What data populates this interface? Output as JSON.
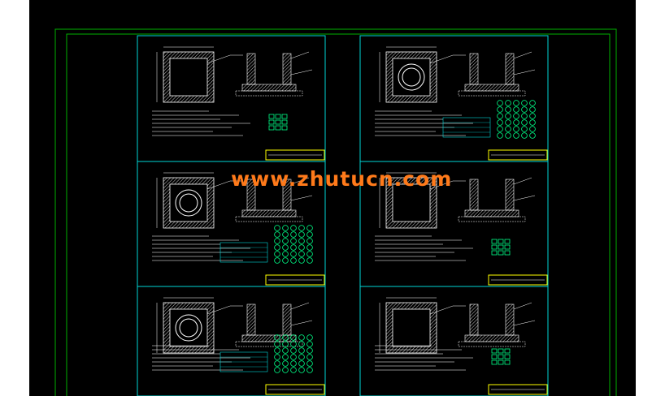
{
  "watermark": {
    "text": "www.zhutucn.com"
  },
  "colors": {
    "outer_border": "#00b000",
    "sheet_border": "#00d6d6",
    "wall_hatch": "#ffffff",
    "dimension": "#ffffff",
    "leader": "#ffffff",
    "accent_block": "#00ff88",
    "title_block": "#ffff00",
    "watermark": "#ff7a1a"
  },
  "sheets": [
    {
      "id": "sheet-1",
      "plan": "square",
      "table": false
    },
    {
      "id": "sheet-2",
      "plan": "round",
      "table": true
    },
    {
      "id": "sheet-3",
      "plan": "round",
      "table": true
    },
    {
      "id": "sheet-4",
      "plan": "square",
      "table": false
    },
    {
      "id": "sheet-5",
      "plan": "round",
      "table": true
    },
    {
      "id": "sheet-6",
      "plan": "square",
      "table": false
    }
  ]
}
